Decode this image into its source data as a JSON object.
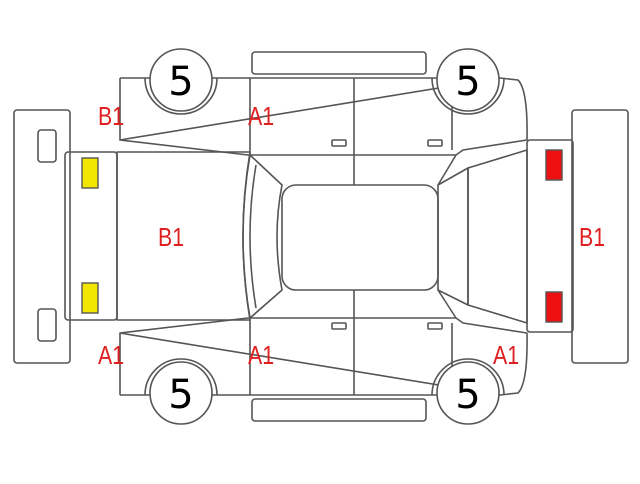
{
  "colors": {
    "outline": "#555555",
    "damage_text": "#e02020",
    "front_lamp": "#f2e600",
    "rear_lamp": "#ee1111"
  },
  "tires": {
    "front_left": "5",
    "front_right": "5",
    "rear_left": "5",
    "rear_right": "5"
  },
  "labels": {
    "upper_left_fender": "B1",
    "upper_front_door": "A1",
    "hood": "B1",
    "rear_bumper": "B1",
    "lower_left_fender": "A1",
    "lower_front_door": "A1",
    "lower_rear_fender": "A1"
  }
}
